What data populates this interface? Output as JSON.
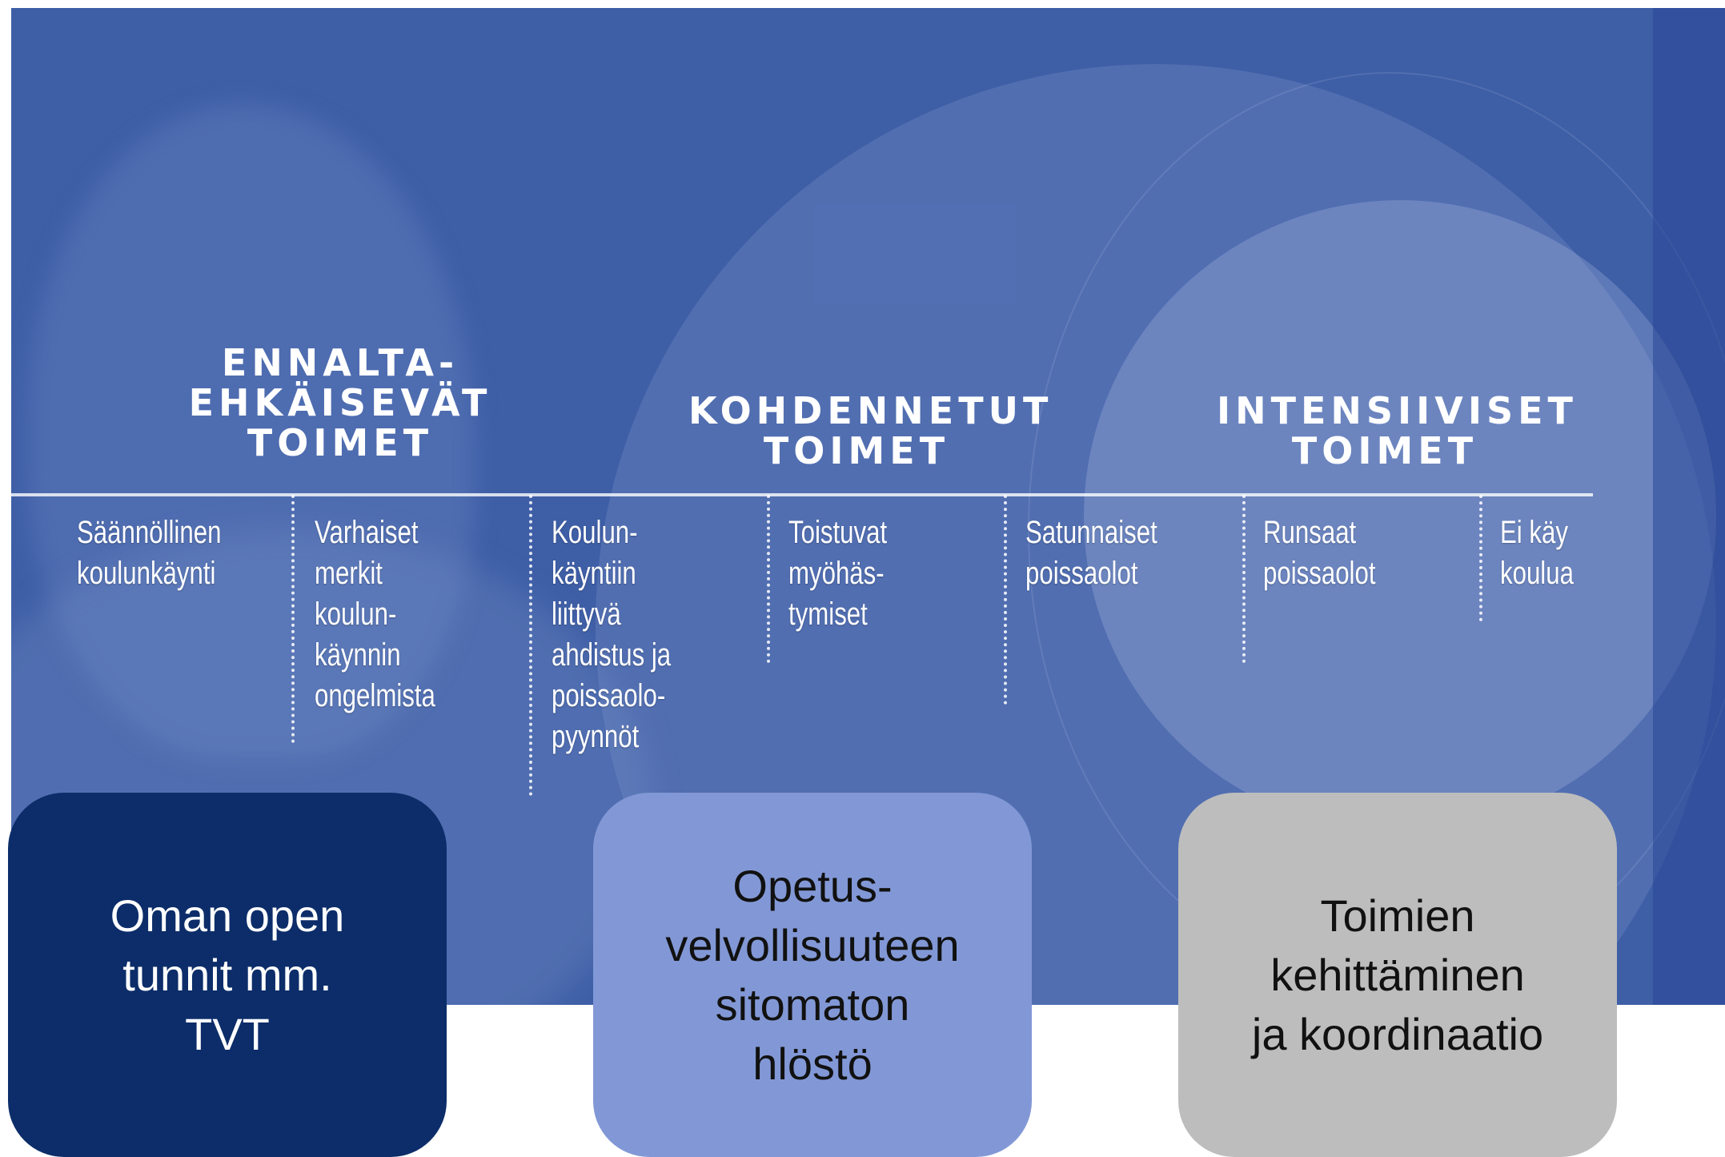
{
  "headings": {
    "preventive": "ENNALTA-\nEHKÄISEVÄT\nTOIMET",
    "targeted": "KOHDENNETUT\nTOIMET",
    "intensive": "INTENSIIVISET\nTOIMET"
  },
  "stages": [
    "Säännöllinen\nkoulunkäynti",
    "Varhaiset\nmerkit\nkoulun-\nkäynnin\nongelmista",
    "Koulun-\nkäyntiin\nliittyvä\nahdistus ja\npoissaolo-\npyynnöt",
    "Toistuvat\nmyöhäs-\ntymiset",
    "Satunnaiset\npoissaolot",
    "Runsaat\npoissaolot",
    "Ei käy\nkoulua"
  ],
  "boxes": {
    "box1": "Oman open\ntunnit mm.\nTVT",
    "box2": "Opetus-\nvelvollisuuteen\nsitomaton\nhlöstö",
    "box3": "Toimien\nkehittäminen\nja koordinaatio"
  },
  "colors": {
    "banner": "#3e5ea6",
    "box1": "#0c2d69",
    "box2": "#8298d6",
    "box3": "#bdbdbd"
  }
}
